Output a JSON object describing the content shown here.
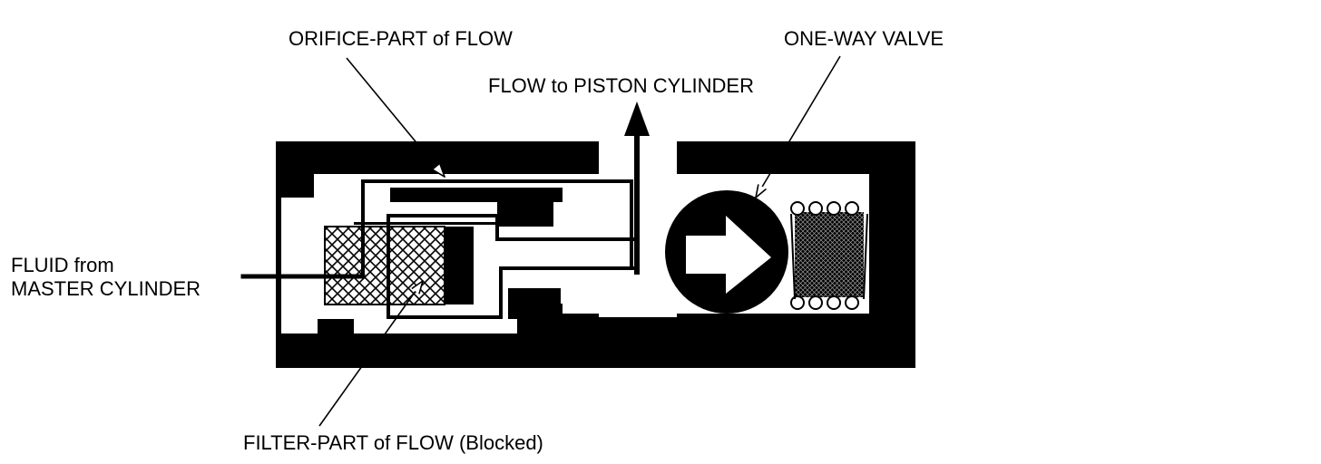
{
  "labels": {
    "orifice": "ORIFICE-PART of FLOW",
    "valve": "ONE-WAY VALVE",
    "flow_out": "FLOW to PISTON CYLINDER",
    "fluid_line1": "FLUID from",
    "fluid_line2": "MASTER CYLINDER",
    "filter": "FILTER-PART of FLOW (Blocked)"
  },
  "colors": {
    "ink": "#000000",
    "paper": "#ffffff"
  }
}
